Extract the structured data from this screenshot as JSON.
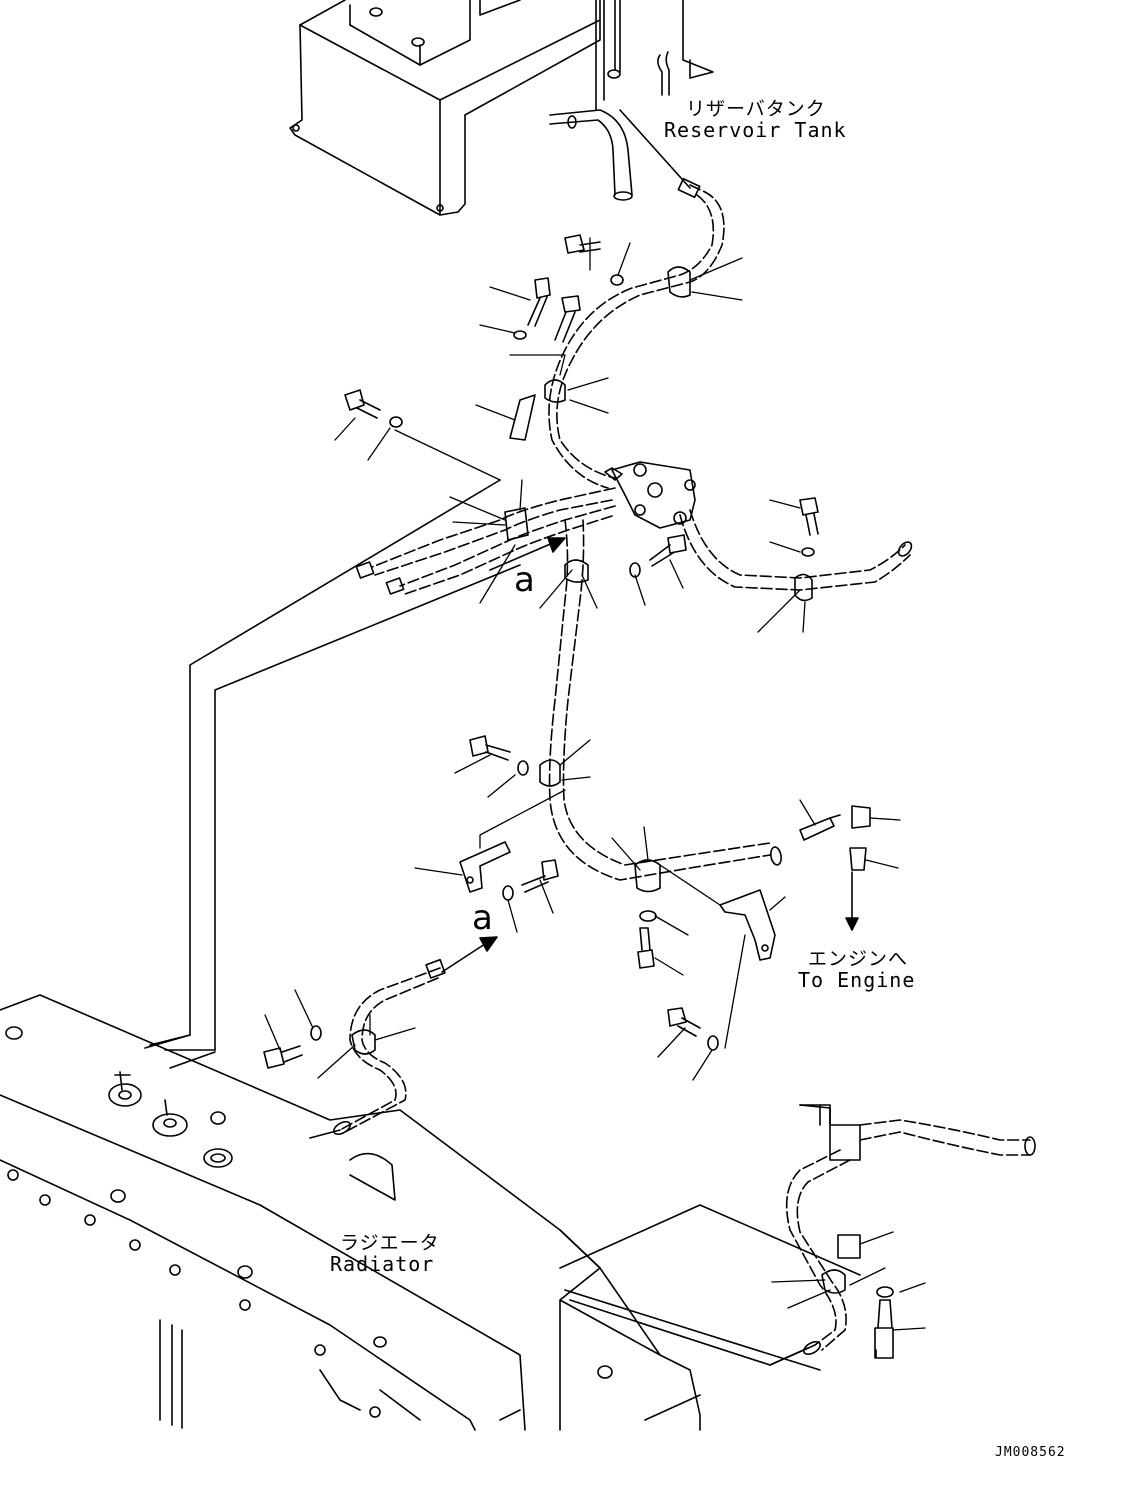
{
  "labels": {
    "reservoir_jp": "リザーバタンク",
    "reservoir_en": "Reservoir Tank",
    "engine_jp": "エンジンへ",
    "engine_en": "To Engine",
    "radiator_jp": "ラジエータ",
    "radiator_en": "Radiator",
    "ref_a_upper": "a",
    "ref_a_lower": "a",
    "doc_id": "JM008562"
  },
  "colors": {
    "line": "#000000",
    "background": "#ffffff"
  }
}
